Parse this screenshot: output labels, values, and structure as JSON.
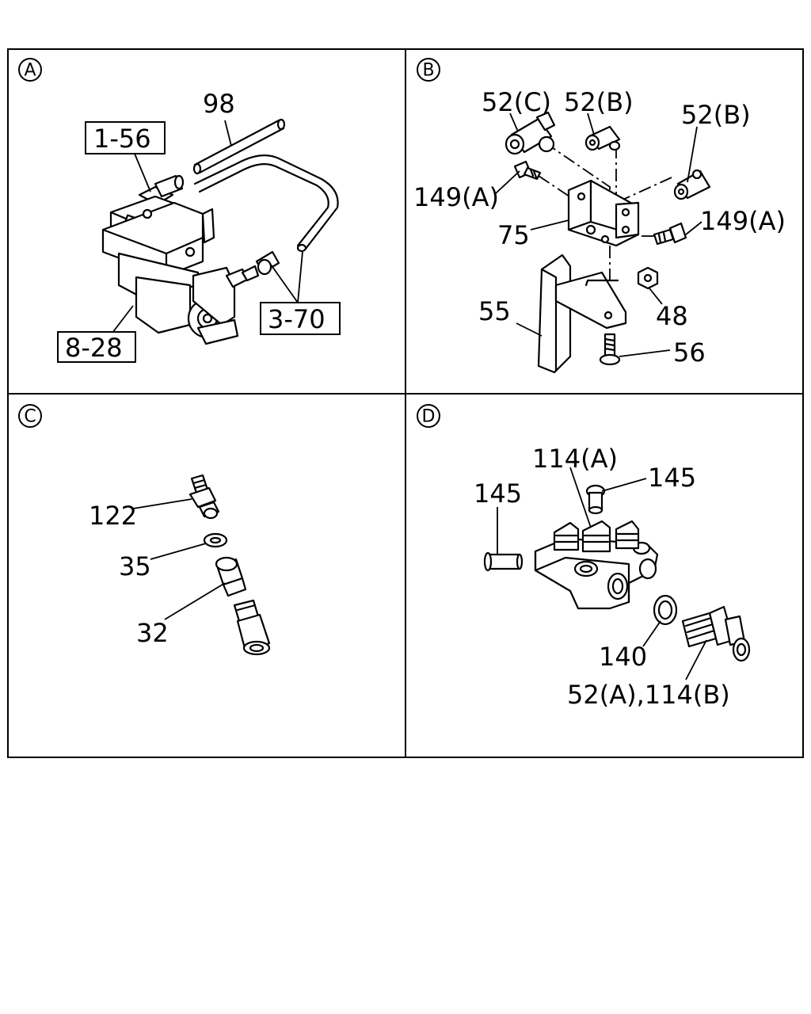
{
  "panels": [
    {
      "id": "A",
      "circle_label": "A"
    },
    {
      "id": "B",
      "circle_label": "B"
    },
    {
      "id": "C",
      "circle_label": "C"
    },
    {
      "id": "D",
      "circle_label": "D"
    }
  ],
  "labels": {
    "a": {
      "p98": "98",
      "p1_56": "1-56",
      "p3_70": "3-70",
      "p8_28": "8-28"
    },
    "b": {
      "p52c": "52(C)",
      "p52b_1": "52(B)",
      "p52b_2": "52(B)",
      "p149a_1": "149(A)",
      "p149a_2": "149(A)",
      "p75": "75",
      "p55": "55",
      "p48": "48",
      "p56": "56"
    },
    "c": {
      "p122": "122",
      "p35": "35",
      "p32": "32"
    },
    "d": {
      "p114a": "114(A)",
      "p145_1": "145",
      "p145_2": "145",
      "p140": "140",
      "p52a_114b": "52(A),114(B)"
    }
  }
}
